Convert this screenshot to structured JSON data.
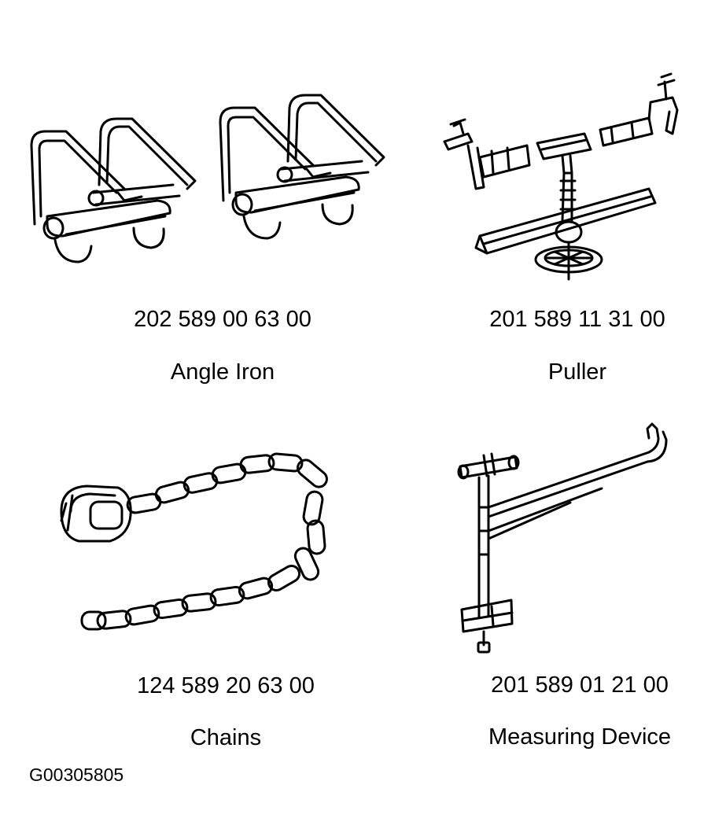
{
  "tools": [
    {
      "part_number": "202 589 00 63 00",
      "name": "Angle Iron",
      "icon": "angle-iron-clamp-illustration"
    },
    {
      "part_number": "201 589 11 31 00",
      "name": "Puller",
      "icon": "puller-illustration"
    },
    {
      "part_number": "124 589 20 63 00",
      "name": "Chains",
      "icon": "chain-illustration"
    },
    {
      "part_number": "201 589 01 21 00",
      "name": "Measuring Device",
      "icon": "measuring-device-illustration"
    }
  ],
  "figure_id": "G00305805",
  "colors": {
    "line": "#000000",
    "background": "#ffffff"
  }
}
